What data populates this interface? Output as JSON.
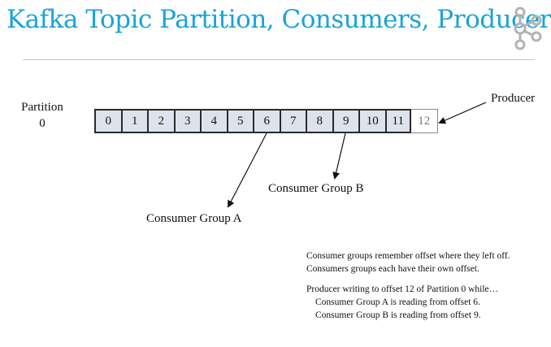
{
  "title": "Kafka Topic Partition, Consumers, Producers",
  "partition_label": [
    "Partition",
    "0"
  ],
  "offsets": [
    {
      "label": "0",
      "written": true
    },
    {
      "label": "1",
      "written": true
    },
    {
      "label": "2",
      "written": true
    },
    {
      "label": "3",
      "written": true
    },
    {
      "label": "4",
      "written": true
    },
    {
      "label": "5",
      "written": true
    },
    {
      "label": "6",
      "written": true
    },
    {
      "label": "7",
      "written": true
    },
    {
      "label": "8",
      "written": true
    },
    {
      "label": "9",
      "written": true
    },
    {
      "label": "10",
      "written": true
    },
    {
      "label": "11",
      "written": true
    },
    {
      "label": "12",
      "written": false
    }
  ],
  "producer_label": "Producer",
  "consumer_group_a_label": "Consumer Group A",
  "consumer_group_b_label": "Consumer Group B",
  "notes": [
    {
      "text": "Consumer groups remember offset where they left off.",
      "indent": false
    },
    {
      "text": "Consumers groups each have their own offset.",
      "indent": false
    },
    {
      "text": "",
      "indent": false
    },
    {
      "text": "Producer writing to offset 12 of Partition 0 while…",
      "indent": false
    },
    {
      "text": "Consumer Group A is reading from offset 6.",
      "indent": true
    },
    {
      "text": "Consumer Group B is reading from offset 9.",
      "indent": true
    }
  ],
  "colors": {
    "title": "#1aa3d8",
    "cell_fill": "#dde3ec",
    "logo": "#b3b3b3"
  },
  "logo_icon": "kafka-logo-icon"
}
